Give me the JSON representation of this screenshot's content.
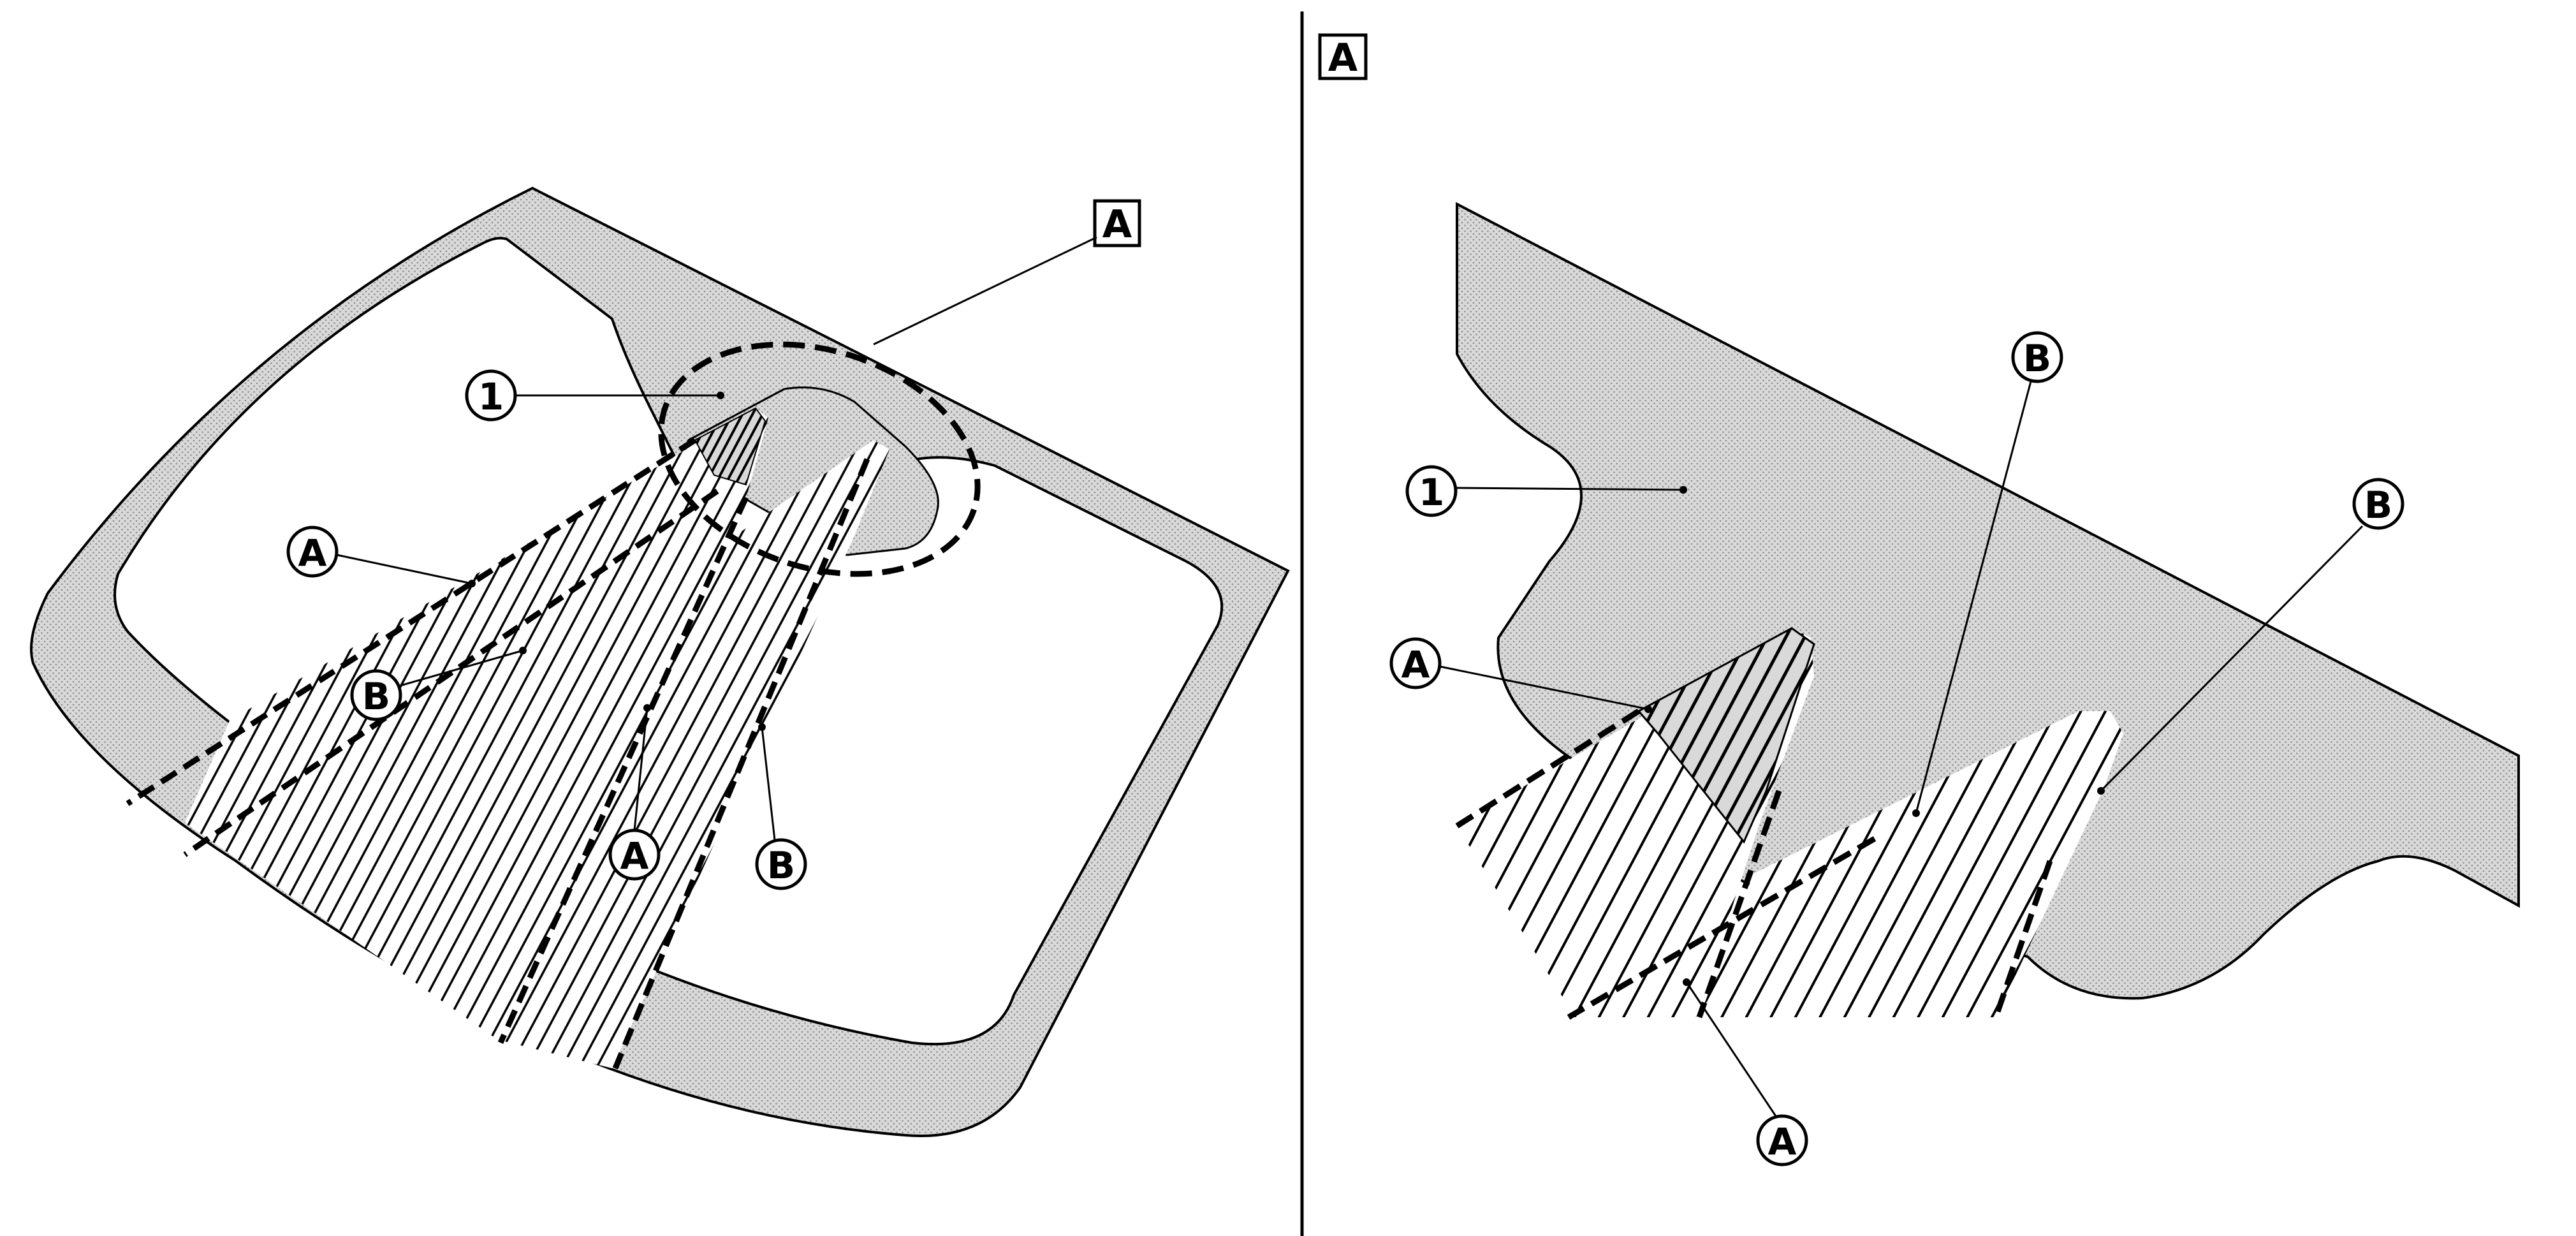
{
  "colors": {
    "ink": "#000000",
    "paper": "#ffffff",
    "ceramic_shade": "#d9d9d9",
    "ceramic_dot": "#8c8c8c"
  },
  "overview": {
    "detail_ref": "A",
    "part_callout": "1",
    "zone_a_edge_label": "A",
    "zone_b_edge_label": "B",
    "zone_a_center_label": "A",
    "zone_b_center_label": "B"
  },
  "detail": {
    "title": "A",
    "part_callout": "1",
    "zone_a_edge_label": "A",
    "zone_b_upper_label": "B",
    "zone_b_right_label": "B",
    "zone_a_bottom_label": "A"
  }
}
